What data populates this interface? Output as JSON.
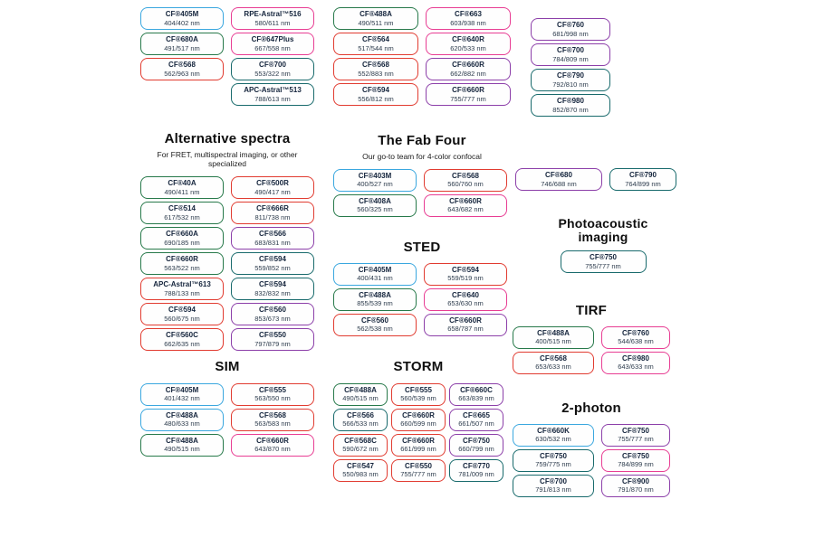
{
  "colors": {
    "blue": "#3aa7df",
    "green": "#27794a",
    "teal": "#186a6c",
    "red": "#e13b30",
    "pink": "#e83d93",
    "purple": "#8c3fa9"
  },
  "sections": {
    "top_a": {
      "columns": [
        [
          {
            "name": "CF®405M",
            "value": "404/402 nm",
            "color": "blue"
          },
          {
            "name": "CF®680A",
            "value": "491/517 nm",
            "color": "green"
          },
          {
            "name": "CF®568",
            "value": "562/963 nm",
            "color": "red"
          }
        ],
        [
          {
            "name": "RPE-Astral™516",
            "value": "580/611 nm",
            "color": "pink"
          },
          {
            "name": "CF®647Plus",
            "value": "667/558 nm",
            "color": "pink"
          },
          {
            "name": "CF®700",
            "value": "553/322 nm",
            "color": "teal"
          },
          {
            "name": "APC-Astral™513",
            "value": "788/613 nm",
            "color": "teal"
          }
        ]
      ]
    },
    "top_b": {
      "columns": [
        [
          {
            "name": "CF®488A",
            "value": "490/511 nm",
            "color": "green"
          },
          {
            "name": "CF®564",
            "value": "517/544 nm",
            "color": "red"
          },
          {
            "name": "CF®568",
            "value": "552/883 nm",
            "color": "red"
          },
          {
            "name": "CF®594",
            "value": "556/812 nm",
            "color": "red"
          }
        ],
        [
          {
            "name": "CF®663",
            "value": "603/938 nm",
            "color": "pink"
          },
          {
            "name": "CF®640R",
            "value": "620/533 nm",
            "color": "pink"
          },
          {
            "name": "CF®660R",
            "value": "662/882 nm",
            "color": "purple"
          },
          {
            "name": "CF®660R",
            "value": "755/777 nm",
            "color": "purple"
          }
        ]
      ]
    },
    "top_c": {
      "columns": [
        [
          {
            "name": "CF®760",
            "value": "681/998 nm",
            "color": "purple"
          },
          {
            "name": "CF®700",
            "value": "784/809 nm",
            "color": "purple"
          },
          {
            "name": "CF®790",
            "value": "792/810 nm",
            "color": "teal"
          },
          {
            "name": "CF®980",
            "value": "852/870 nm",
            "color": "teal"
          }
        ]
      ]
    },
    "alternative": {
      "title": "Alternative spectra",
      "subtitle": "For FRET, multispectral imaging, or other specialized",
      "columns": [
        [
          {
            "name": "CF®40A",
            "value": "490/411 nm",
            "color": "green"
          },
          {
            "name": "CF®514",
            "value": "617/532 nm",
            "color": "green"
          },
          {
            "name": "CF®660A",
            "value": "690/185 nm",
            "color": "green"
          },
          {
            "name": "CF®660R",
            "value": "563/522 nm",
            "color": "green"
          },
          {
            "name": "APC-Astral™613",
            "value": "788/133 nm",
            "color": "red"
          },
          {
            "name": "CF®594",
            "value": "560/675 nm",
            "color": "red"
          },
          {
            "name": "CF®560C",
            "value": "662/635 nm",
            "color": "red"
          }
        ],
        [
          {
            "name": "CF®500R",
            "value": "490/417 nm",
            "color": "red"
          },
          {
            "name": "CF®666R",
            "value": "811/738 nm",
            "color": "red"
          },
          {
            "name": "CF®566",
            "value": "683/831 nm",
            "color": "purple"
          },
          {
            "name": "CF®594",
            "value": "559/852 nm",
            "color": "teal"
          },
          {
            "name": "CF®594",
            "value": "832/832 nm",
            "color": "teal"
          },
          {
            "name": "CF®560",
            "value": "853/673 nm",
            "color": "purple"
          },
          {
            "name": "CF®550",
            "value": "797/879 nm",
            "color": "purple"
          }
        ]
      ]
    },
    "fab_four": {
      "title": "The Fab Four",
      "subtitle": "Our go-to team for 4-color confocal",
      "columns": [
        [
          {
            "name": "CF®403M",
            "value": "400/527 nm",
            "color": "blue"
          },
          {
            "name": "CF®408A",
            "value": "560/325 nm",
            "color": "green"
          }
        ],
        [
          {
            "name": "CF®568",
            "value": "560/760 nm",
            "color": "red"
          },
          {
            "name": "CF®660R",
            "value": "643/682 nm",
            "color": "pink"
          }
        ]
      ]
    },
    "nir_pair": {
      "columns": [
        [
          {
            "name": "CF®680",
            "value": "746/688 nm",
            "color": "purple"
          }
        ],
        [
          {
            "name": "CF®790",
            "value": "764/899 nm",
            "color": "teal"
          }
        ]
      ]
    },
    "photoacoustic": {
      "title": "Photoacoustic imaging",
      "columns": [
        [
          {
            "name": "CF®750",
            "value": "755/777 nm",
            "color": "teal"
          }
        ]
      ]
    },
    "sted": {
      "title": "STED",
      "columns": [
        [
          {
            "name": "CF®405M",
            "value": "400/431 nm",
            "color": "blue"
          },
          {
            "name": "CF®488A",
            "value": "855/539 nm",
            "color": "green"
          },
          {
            "name": "CF®560",
            "value": "562/538 nm",
            "color": "red"
          }
        ],
        [
          {
            "name": "CF®594",
            "value": "559/519 nm",
            "color": "red"
          },
          {
            "name": "CF®640",
            "value": "653/630 nm",
            "color": "pink"
          },
          {
            "name": "CF®660R",
            "value": "658/787 nm",
            "color": "purple"
          }
        ]
      ]
    },
    "tirf": {
      "title": "TIRF",
      "columns": [
        [
          {
            "name": "CF®488A",
            "value": "400/515 nm",
            "color": "green"
          },
          {
            "name": "CF®568",
            "value": "653/633 nm",
            "color": "red"
          }
        ],
        [
          {
            "name": "CF®760",
            "value": "544/638 nm",
            "color": "pink"
          },
          {
            "name": "CF®980",
            "value": "643/633 nm",
            "color": "pink"
          }
        ]
      ]
    },
    "sim": {
      "title": "SIM",
      "columns": [
        [
          {
            "name": "CF®405M",
            "value": "401/432 nm",
            "color": "blue"
          },
          {
            "name": "CF®488A",
            "value": "480/633 nm",
            "color": "blue"
          },
          {
            "name": "CF®488A",
            "value": "490/515 nm",
            "color": "green"
          }
        ],
        [
          {
            "name": "CF®555",
            "value": "563/550 nm",
            "color": "red"
          },
          {
            "name": "CF®568",
            "value": "563/583 nm",
            "color": "red"
          },
          {
            "name": "CF®660R",
            "value": "643/870 nm",
            "color": "pink"
          }
        ]
      ]
    },
    "storm": {
      "title": "STORM",
      "columns": [
        [
          {
            "name": "CF®488A",
            "value": "490/515 nm",
            "color": "green"
          },
          {
            "name": "CF®566",
            "value": "566/533 nm",
            "color": "teal"
          },
          {
            "name": "CF®568C",
            "value": "590/672 nm",
            "color": "red"
          },
          {
            "name": "CF®547",
            "value": "550/983 nm",
            "color": "red"
          }
        ],
        [
          {
            "name": "CF®555",
            "value": "560/539 nm",
            "color": "red"
          },
          {
            "name": "CF®660R",
            "value": "660/599 nm",
            "color": "red"
          },
          {
            "name": "CF®660R",
            "value": "661/999 nm",
            "color": "red"
          },
          {
            "name": "CF®550",
            "value": "755/777 nm",
            "color": "red"
          }
        ],
        [
          {
            "name": "CF®660C",
            "value": "663/839 nm",
            "color": "purple"
          },
          {
            "name": "CF®665",
            "value": "661/507 nm",
            "color": "purple"
          },
          {
            "name": "CF®750",
            "value": "660/799 nm",
            "color": "purple"
          },
          {
            "name": "CF®770",
            "value": "781/009 nm",
            "color": "teal"
          }
        ]
      ]
    },
    "two_photon": {
      "title": "2-photon",
      "columns": [
        [
          {
            "name": "CF®660K",
            "value": "630/532 nm",
            "color": "blue"
          },
          {
            "name": "CF®750",
            "value": "759/775 nm",
            "color": "teal"
          },
          {
            "name": "CF®700",
            "value": "791/813 nm",
            "color": "teal"
          }
        ],
        [
          {
            "name": "CF®750",
            "value": "755/777 nm",
            "color": "purple"
          },
          {
            "name": "CF®750",
            "value": "784/899 nm",
            "color": "pink"
          },
          {
            "name": "CF®900",
            "value": "791/870 nm",
            "color": "purple"
          }
        ]
      ]
    }
  }
}
